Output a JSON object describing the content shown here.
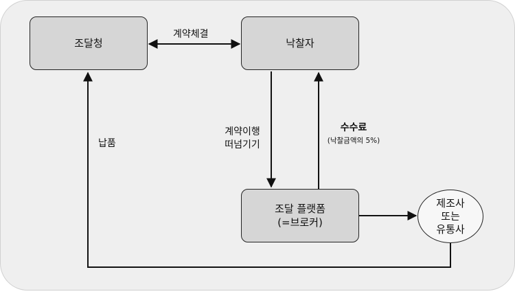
{
  "nodes": {
    "agency": "조달청",
    "winner": "낙찰자",
    "platform_line1": "조달 플랫폼",
    "platform_line2": "(=브로커)",
    "maker_line1": "제조사",
    "maker_line2": "또는",
    "maker_line3": "유통사"
  },
  "edges": {
    "contract": "계약체결",
    "handoff_line1": "계약이행",
    "handoff_line2": "떠넘기기",
    "fee": "수수료",
    "fee_note": "(낙찰금액의 5%)",
    "delivery": "납품"
  }
}
